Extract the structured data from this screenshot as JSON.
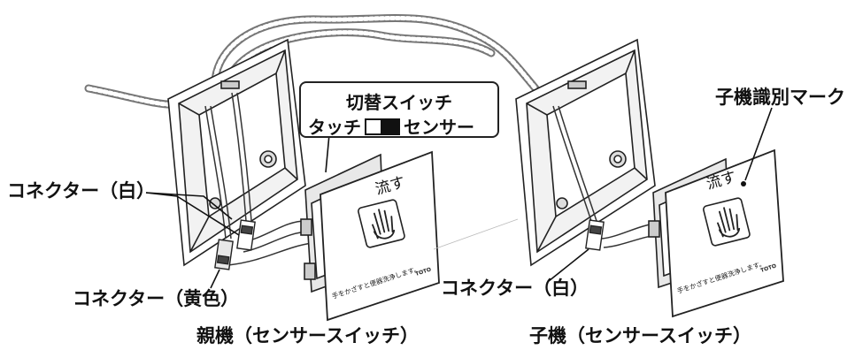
{
  "labels": {
    "connector_white_left": "コネクター（白）",
    "connector_yellow": "コネクター（黄色）",
    "connector_white_right": "コネクター（白）",
    "parent_unit": "親機（センサースイッチ）",
    "child_unit": "子機（センサースイッチ）",
    "child_mark": "子機識別マーク"
  },
  "callout": {
    "title": "切替スイッチ",
    "left": "タッチ",
    "right": "センサー"
  },
  "plate": {
    "flush_text": "流す",
    "instruction": "手をかざすと便器洗浄します。",
    "brand": "TOTO"
  }
}
